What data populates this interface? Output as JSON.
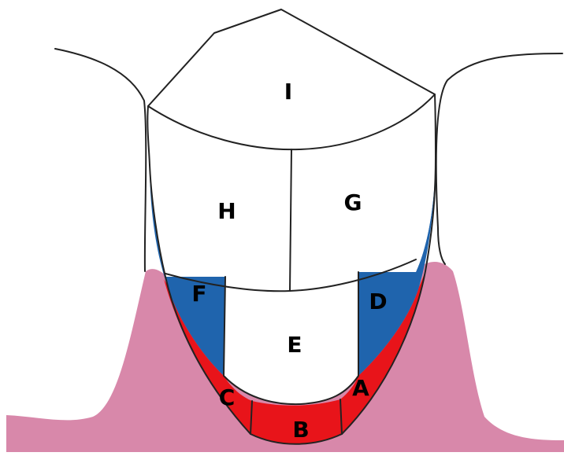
{
  "colors": {
    "gum": "#d888aa",
    "red_zone": "#e8141a",
    "blue_zone": "#1f64ad",
    "tooth": "#ffffff",
    "stroke": "#222222"
  },
  "zones": {
    "A": "A",
    "B": "B",
    "C": "C",
    "D": "D",
    "E": "E",
    "F": "F",
    "G": "G",
    "H": "H",
    "I": "I"
  }
}
